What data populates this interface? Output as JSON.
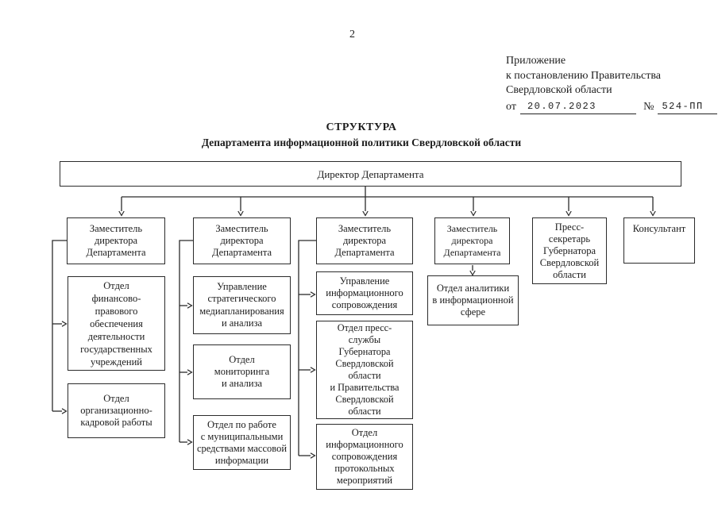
{
  "page": {
    "number": "2"
  },
  "appendix": {
    "line1": "Приложение",
    "line2": "к постановлению Правительства",
    "line3": "Свердловской области",
    "from_label": "от",
    "date": "20.07.2023",
    "number_sign": "№",
    "doc_number": "524-ПП"
  },
  "title": {
    "heading": "СТРУКТУРА",
    "subheading": "Департамента информационной политики Свердловской области"
  },
  "chart": {
    "director": "Директор Департамента",
    "deputy": "Заместитель\nдиректора\nДепартамента",
    "units": {
      "finance_legal": "Отдел\nфинансово-\nправового\nобеспечения\nдеятельности\nгосударственных\nучреждений",
      "org_hr": "Отдел\nорганизационно-\nкадровой работы",
      "strategic_media": "Управление\nстратегического\nмедиапланирования\nи анализа",
      "monitoring": "Отдел\nмониторинга\nи анализа",
      "municipal_media": "Отдел по работе\nс муниципальными\nсредствами массовой\nинформации",
      "info_support": "Управление\nинформационного\nсопровождения",
      "press_service": "Отдел пресс-\nслужбы\nГубернатора\nСвердловской\nобласти\nи Правительства\nСвердловской\nобласти",
      "protocol_events": "Отдел\nинформационного\nсопровождения\nпротокольных\nмероприятий",
      "analytics": "Отдел аналитики\nв информационной\nсфере",
      "press_secretary": "Пресс-\nсекретарь\nГубернатора\nСвердловской\nобласти",
      "consultant": "Консультант"
    }
  },
  "colors": {
    "line": "#2b2b2b",
    "text": "#1c1c1c",
    "background": "#ffffff"
  }
}
